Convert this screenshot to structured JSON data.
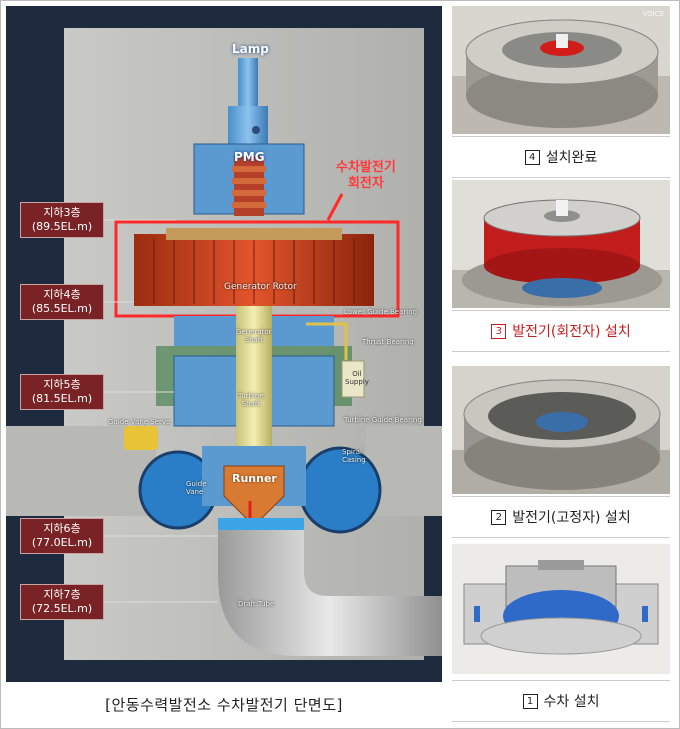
{
  "diagram": {
    "caption": "[안동수력발전소 수차발전기 단면도]",
    "floors": [
      {
        "name": "지하3층",
        "elev": "(89.5EL.m)"
      },
      {
        "name": "지하4층",
        "elev": "(85.5EL.m)"
      },
      {
        "name": "지하5층",
        "elev": "(81.5EL.m)"
      },
      {
        "name": "지하6층",
        "elev": "(77.0EL.m)"
      },
      {
        "name": "지하7층",
        "elev": "(72.5EL.m)"
      }
    ],
    "labels": {
      "lamp": "Lamp",
      "pmg": "PMG",
      "rotor_callout": "수차발전기\n회전자",
      "generator_rotor": "Generator Rotor",
      "generator_shaft": "Generator\nShaft",
      "turbine_shaft": "Turbine\nShaft",
      "thrust_bearing": "Thrust Bearing",
      "lower_guide": "Lower Guide Bearing",
      "oil_supply": "Oil\nSupply",
      "turbine_guide": "Turbine Guide Bearing",
      "guide_vane_servo": "Guide Vane Servo",
      "spiral_casing": "Spiral\nCasing",
      "runner": "Runner",
      "draft_tube": "Draft Tube",
      "guide_vane": "Guide\nVane"
    }
  },
  "steps": [
    {
      "num": "4",
      "text": "설치완료",
      "highlight": false
    },
    {
      "num": "3",
      "text": "발전기(회전자) 설치",
      "highlight": true
    },
    {
      "num": "2",
      "text": "발전기(고정자) 설치",
      "highlight": false
    },
    {
      "num": "1",
      "text": "수차 설치",
      "highlight": false
    }
  ],
  "watermark": "VOICE",
  "colors": {
    "floor_badge": "#7a2326",
    "highlight_text": "#c41e1e",
    "callout": "#ff3b3b"
  }
}
